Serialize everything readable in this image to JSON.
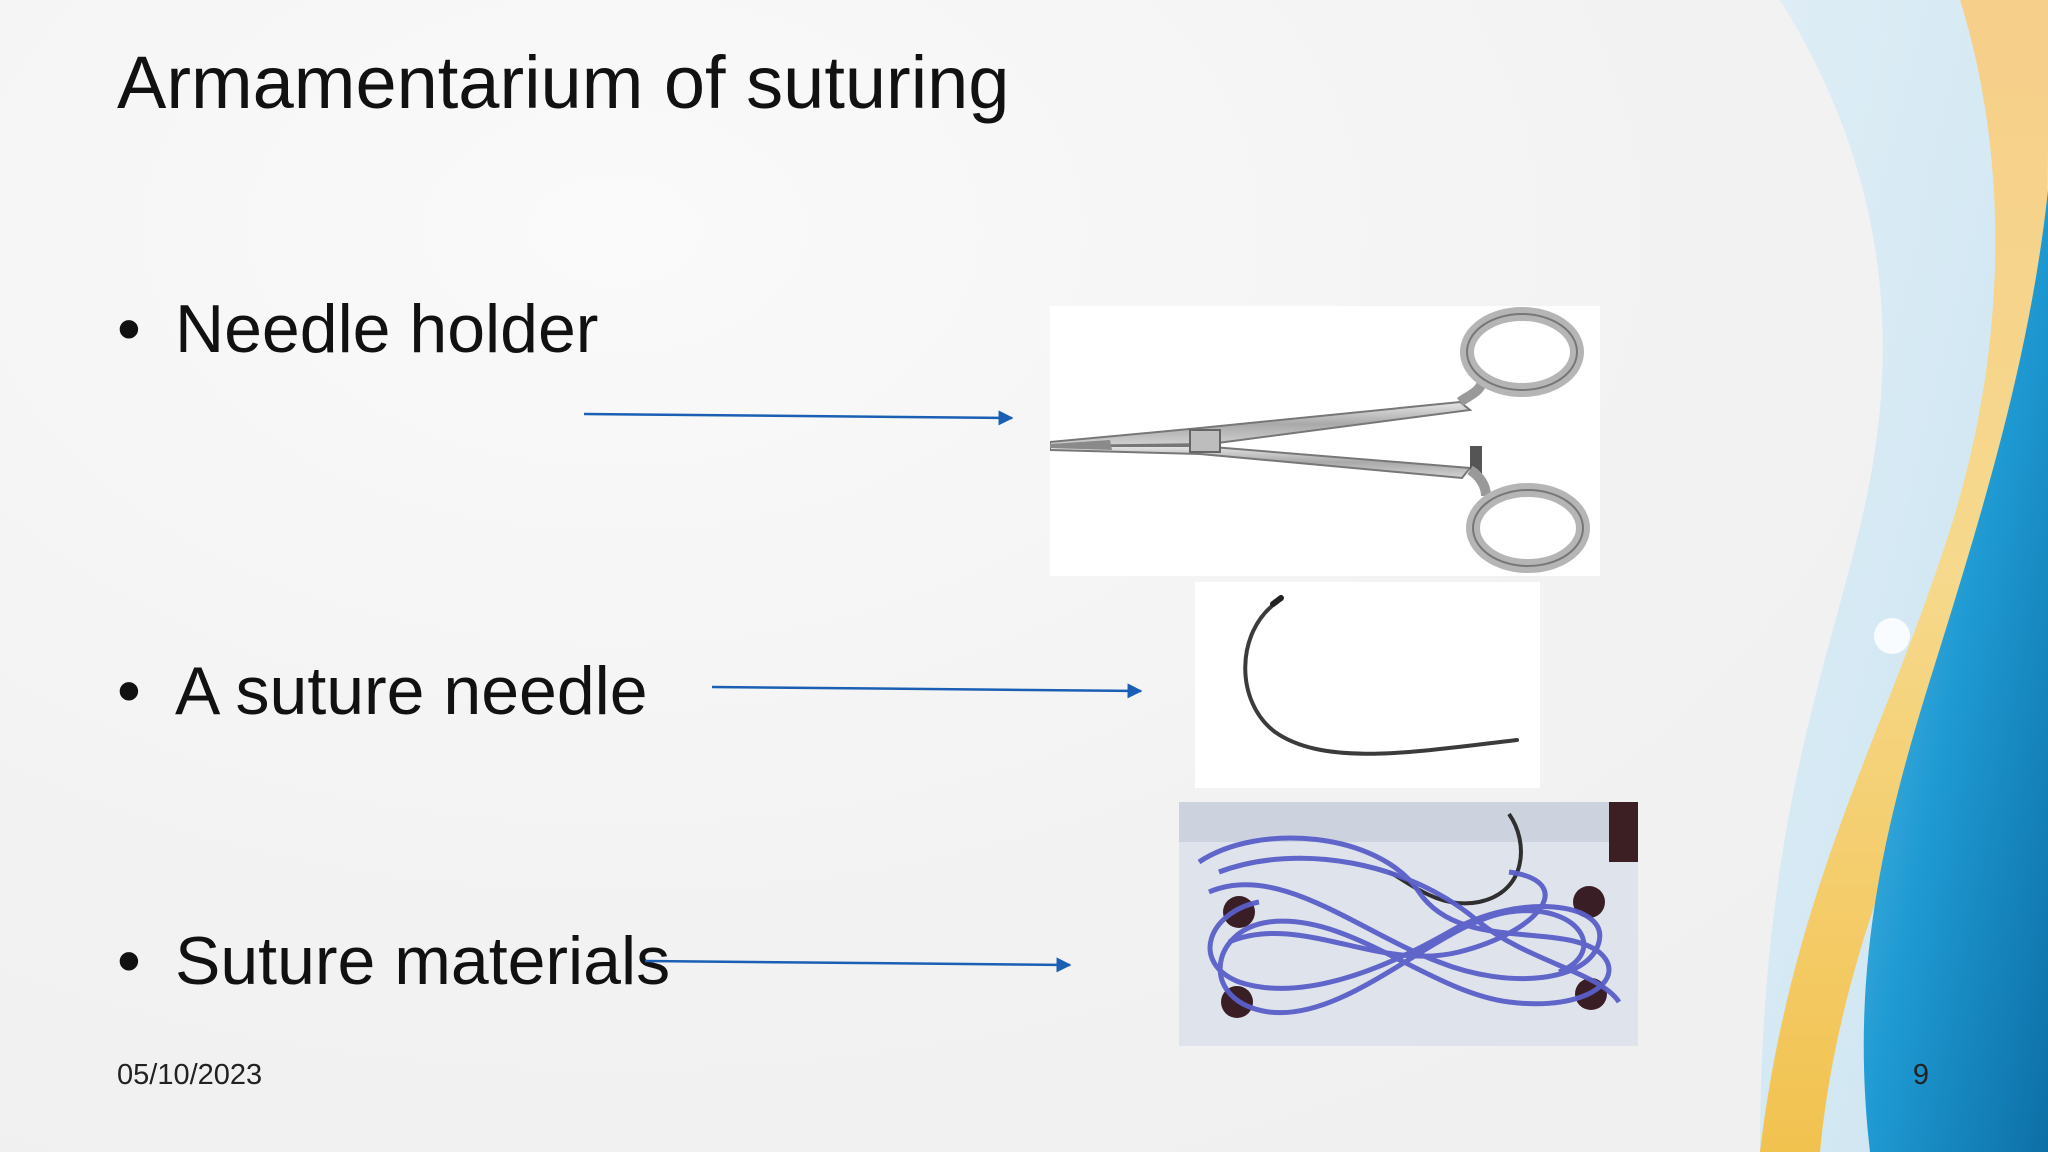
{
  "slide": {
    "title": "Armamentarium of suturing",
    "bullets": [
      {
        "marker": "•",
        "text": "Needle holder"
      },
      {
        "marker": "•",
        "text": "A suture needle"
      },
      {
        "marker": "•",
        "text": "Suture materials"
      }
    ],
    "images": [
      {
        "subject": "needle holder instrument"
      },
      {
        "subject": "curved suture needle"
      },
      {
        "subject": "blue suture thread with needle in package"
      }
    ],
    "footer": {
      "date": "05/10/2023",
      "page_number": "9"
    }
  },
  "colors": {
    "arrow": "#1a5fb4",
    "accent_blue": "#1a8fc9",
    "accent_yellow": "#f3c66a"
  }
}
